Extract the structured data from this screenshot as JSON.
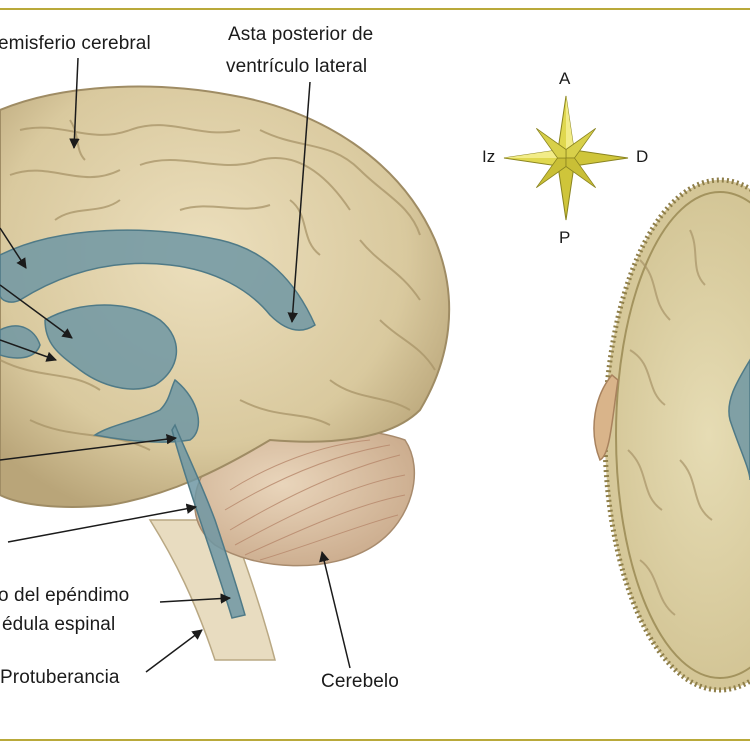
{
  "labels": {
    "hemisferio": "emisferio cerebral",
    "asta_line1": "Asta posterior de",
    "asta_line2": "ventrículo lateral",
    "ependimo_line1": "o del epéndimo",
    "ependimo_line2": "édula espinal",
    "protuberancia": "Protuberancia",
    "cerebelo": "Cerebelo"
  },
  "compass": {
    "north": "A",
    "south": "P",
    "west": "Iz",
    "east": "D"
  },
  "colors": {
    "frame": "#b9a93a",
    "brain": "#ddcfa7",
    "brain_shadow": "#b8a57a",
    "ventricle": "#6f97a3",
    "cerebellum": "#d7bea0",
    "compass_star": "#d8d24a"
  }
}
